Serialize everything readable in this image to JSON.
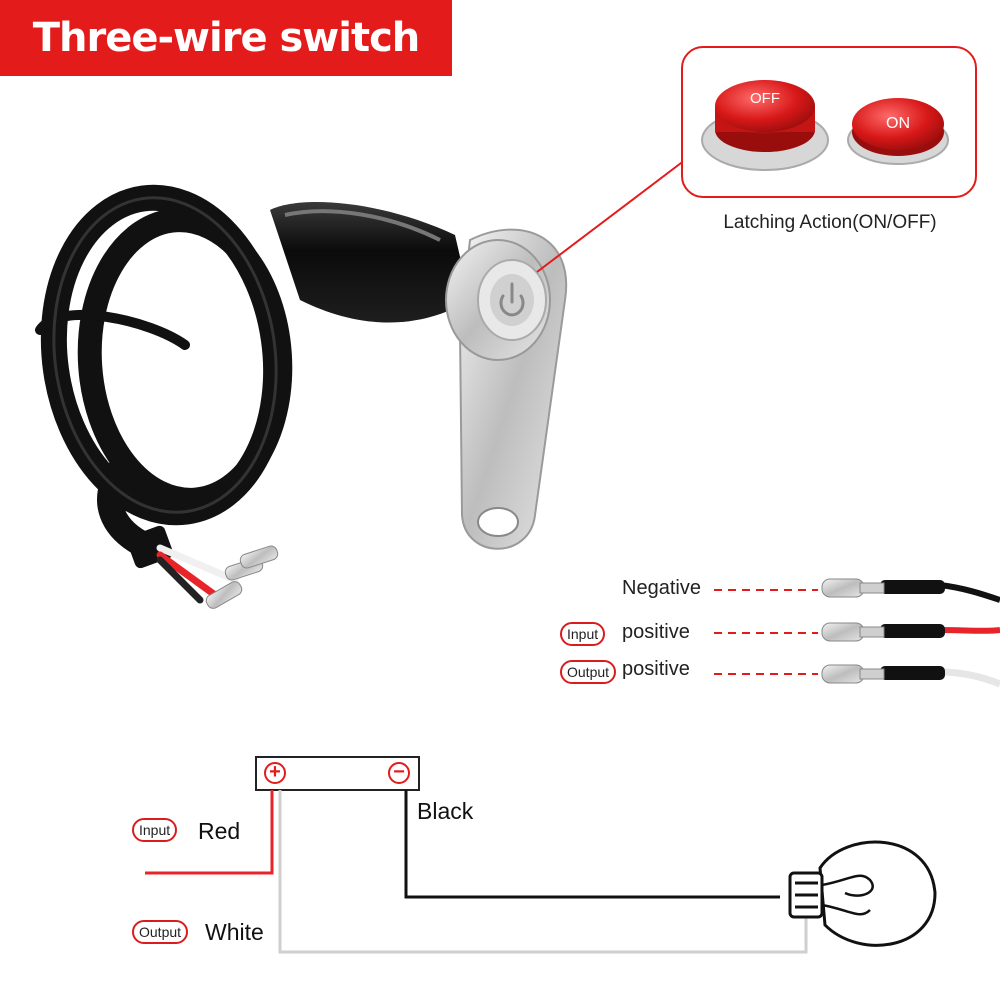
{
  "title": "Three-wire switch",
  "latching": {
    "caption": "Latching Action(ON/OFF)",
    "off_label": "OFF",
    "on_label": "ON"
  },
  "wires": [
    {
      "tag": "",
      "label": "Negative",
      "color": "#111111"
    },
    {
      "tag": "Input",
      "label": "positive",
      "color": "#e8232a"
    },
    {
      "tag": "Output",
      "label": "positive",
      "color": "#f2f2f2"
    }
  ],
  "circuit": {
    "plus_symbol": "+",
    "minus_symbol": "−",
    "input_tag": "Input",
    "input_label": "Red",
    "output_tag": "Output",
    "output_label": "White",
    "black_label": "Black"
  },
  "colors": {
    "accent": "#e31b1b",
    "red_wire": "#e8232a",
    "black_wire": "#111111",
    "white_wire": "#cccccc"
  }
}
